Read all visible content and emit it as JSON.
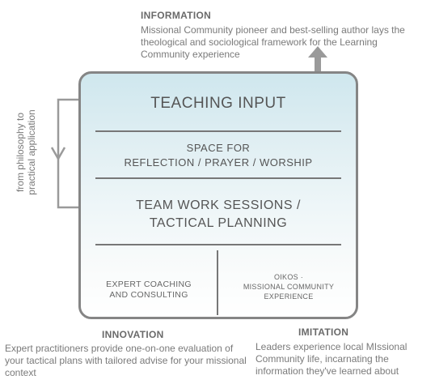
{
  "information": {
    "heading": "INFORMATION",
    "body": "Missional Community pioneer and best-selling author lays the theological and sociological framework for the Learning Community experience"
  },
  "sections": {
    "teaching": "TEACHING INPUT",
    "reflection_line1": "SPACE FOR",
    "reflection_line2": "REFLECTION / PRAYER / WORSHIP",
    "team_line1": "TEAM WORK SESSIONS /",
    "team_line2": "TACTICAL PLANNING",
    "expert_line1": "EXPERT COACHING",
    "expert_line2": "AND CONSULTING",
    "oikos_line1": "OIKOS ·",
    "oikos_line2": "MISSIONAL COMMUNITY",
    "oikos_line3": "EXPERIENCE"
  },
  "side_label": {
    "line1": "from philosophy to",
    "line2": "practical application"
  },
  "innovation": {
    "heading": "INNOVATION",
    "body": "Expert practitioners provide one-on-one evaluation of your tactical plans with tailored advise for your missional context"
  },
  "imitation": {
    "heading": "IMITATION",
    "body": "Leaders experience local MIssional Community life, incarnating the information they've learned about"
  },
  "colors": {
    "box_top": "#cfe7ee",
    "border": "#858585",
    "text": "#6e6e6e"
  }
}
